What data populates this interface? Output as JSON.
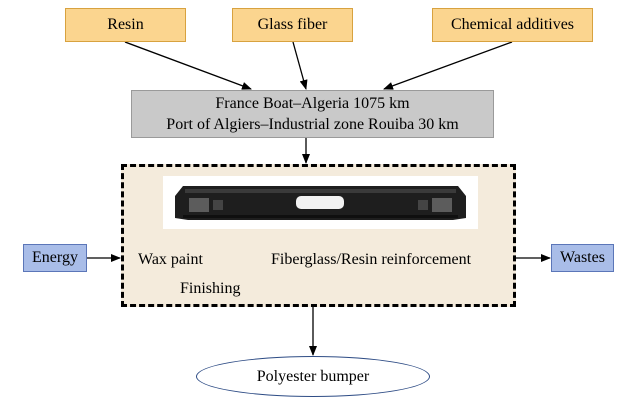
{
  "inputs": {
    "resin": "Resin",
    "glass_fiber": "Glass fiber",
    "chemical_additives": "Chemical additives"
  },
  "transport": {
    "line1": "France Boat–Algeria 1075 km",
    "line2": "Port of Algiers–Industrial zone Rouiba 30 km"
  },
  "process": {
    "step1": "Wax paint",
    "step2": "Fiberglass/Resin reinforcement",
    "step3": "Finishing",
    "photo_icon": "bumper-photo"
  },
  "energy": "Energy",
  "wastes": "Wastes",
  "product": "Polyester bumper",
  "colors": {
    "input_fill": "#fbd58f",
    "transport_fill": "#c9c9c9",
    "side_fill": "#a9bde8",
    "process_fill": "#f4ebdc",
    "product_border": "#2e4c85"
  }
}
